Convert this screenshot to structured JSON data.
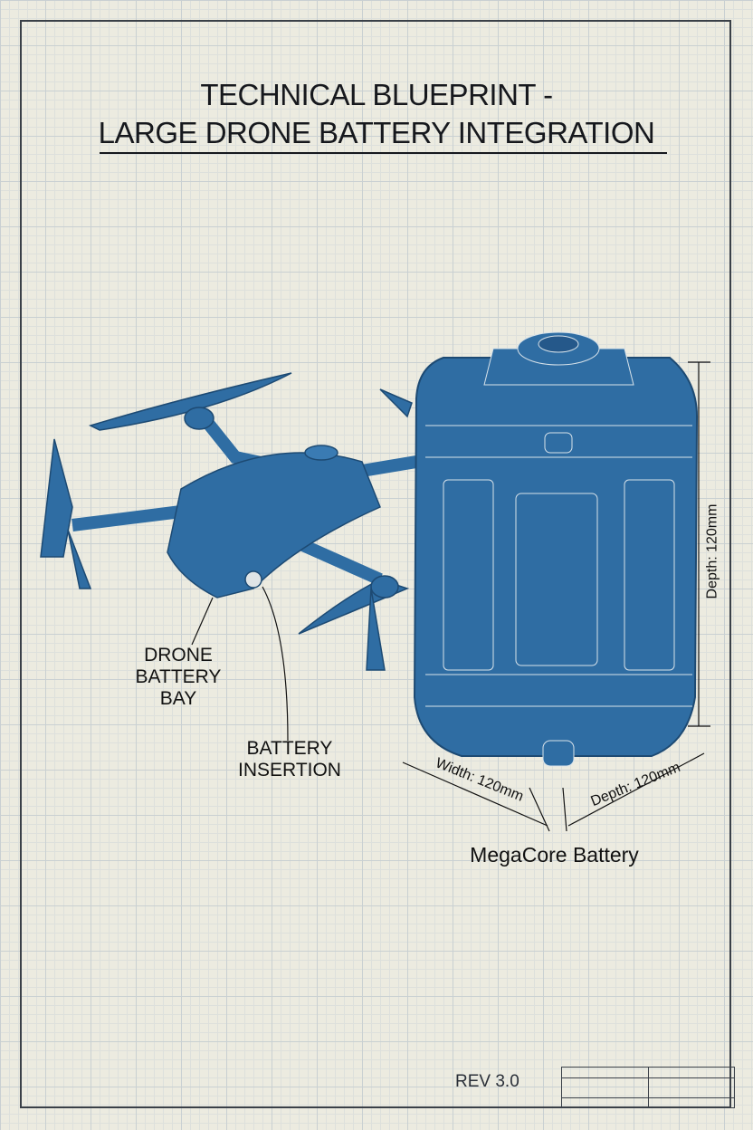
{
  "title": {
    "line1": "TECHNICAL BLUEPRINT -",
    "line2": "LARGE DRONE BATTERY INTEGRATION"
  },
  "labels": {
    "drone_bay": [
      "DRONE",
      "BATTERY",
      "BAY"
    ],
    "insertion": [
      "BATTERY",
      "INSERTION"
    ],
    "battery_name": "MegaCore Battery"
  },
  "dimensions": {
    "height": "Depth: 120mm",
    "width": "Width: 120mm",
    "depth": "Depth: 120mm"
  },
  "revision": "REV 3.0",
  "colors": {
    "paper": "#ecebe0",
    "blueprint_blue": "#2f6da3",
    "ink": "#16181d"
  }
}
